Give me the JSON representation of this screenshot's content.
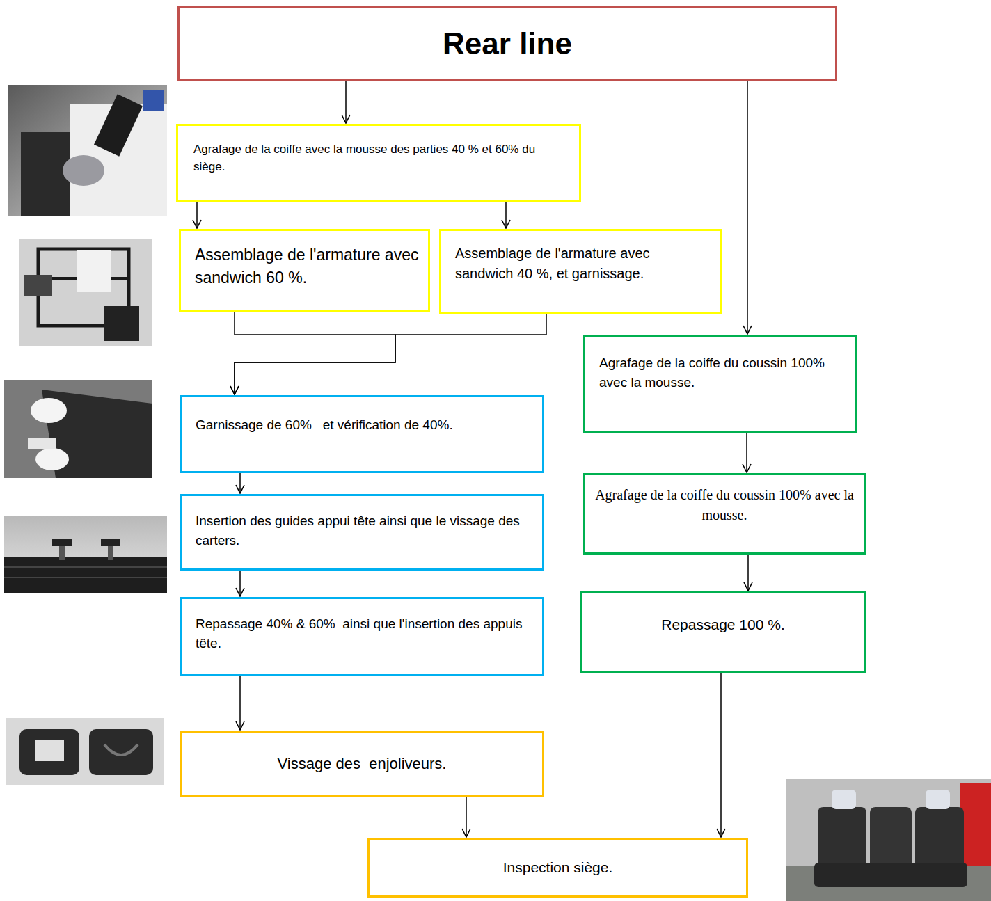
{
  "diagram": {
    "nodes": [
      {
        "text": [
          "Rear line"
        ]
      },
      {
        "text": [
          "Agrafage de la coiffe avec la mousse des parties 40 % et 60% du siège."
        ]
      },
      {
        "text": [
          "Assemblage de l'armature avec sandwich 60 %."
        ]
      },
      {
        "text": [
          "Assemblage de l'armature avec sandwich 40 %, et garnissage."
        ]
      },
      {
        "text": [
          "Garnissage de 60%   et vérification de 40%."
        ]
      },
      {
        "text": [
          "Insertion des guides appui tête ainsi que le vissage des carters."
        ]
      },
      {
        "text": [
          "Repassage 40% & 60%  ainsi que l'insertion des appuis tête."
        ]
      },
      {
        "text": [
          "Vissage des  enjoliveurs."
        ]
      },
      {
        "text": [
          "Agrafage de la coiffe du coussin 100% avec la mousse."
        ]
      },
      {
        "text": [
          "Agrafage de la coiffe du coussin 100% avec la mousse."
        ]
      },
      {
        "text": [
          "Repassage 100 %."
        ]
      },
      {
        "text": [
          "Inspection siège."
        ]
      }
    ],
    "edges": [
      {
        "from": 0,
        "to": 1,
        "arrow": "to"
      },
      {
        "from": 0,
        "to": 8,
        "arrow": "to"
      },
      {
        "from": 1,
        "to": 2,
        "arrow": "to"
      },
      {
        "from": 1,
        "to": 3,
        "arrow": "to"
      },
      {
        "from": 2,
        "to": 4,
        "arrow": "to"
      },
      {
        "from": 3,
        "to": 4,
        "arrow": "to"
      },
      {
        "from": 4,
        "to": 5,
        "arrow": "to"
      },
      {
        "from": 5,
        "to": 6,
        "arrow": "to"
      },
      {
        "from": 6,
        "to": 7,
        "arrow": "to"
      },
      {
        "from": 7,
        "to": 11,
        "arrow": "to"
      },
      {
        "from": 8,
        "to": 9,
        "arrow": "to"
      },
      {
        "from": 9,
        "to": 10,
        "arrow": "to"
      },
      {
        "from": 10,
        "to": 11,
        "arrow": "to"
      }
    ]
  }
}
